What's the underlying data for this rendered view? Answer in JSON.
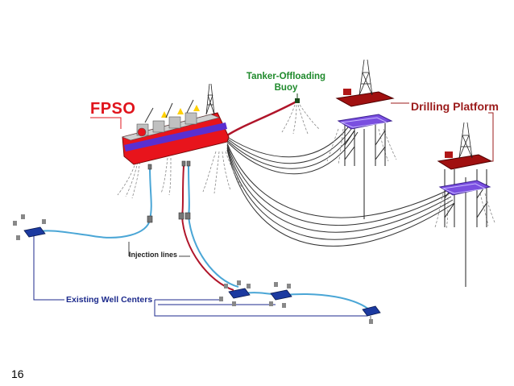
{
  "labels": {
    "fpso": "FPSO",
    "buoy_line1": "Tanker-Offloading",
    "buoy_line2": "Buoy",
    "drilling_platform": "Drilling Platform",
    "injection_lines": "Injection lines",
    "existing_well_centers": "Existing Well Centers"
  },
  "page_number": "16",
  "colors": {
    "fpso_label": "#e0141c",
    "buoy_label": "#1f8a2c",
    "drilling_label": "#9b1b1b",
    "well_label": "#1c2a8c",
    "hull_red": "#e8141c",
    "riser_blue": "#4aa6d6",
    "riser_red": "#b0152a",
    "riser_dark": "#333333",
    "platform_purple": "#6a3fd0",
    "platform_deck": "#a01010"
  }
}
